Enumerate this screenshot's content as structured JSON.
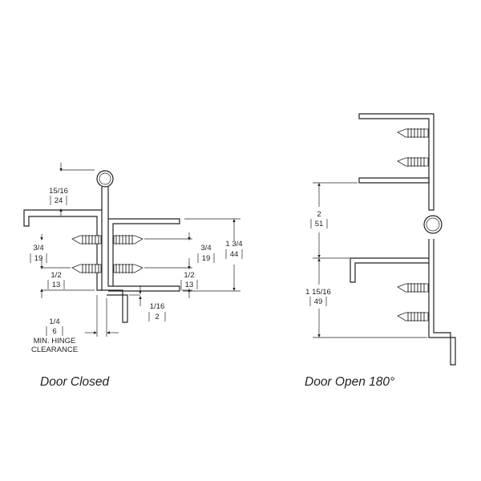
{
  "closed": {
    "caption": "Door Closed",
    "dim_top": {
      "frac": "15/16",
      "mm": "24"
    },
    "dim_screw_left": {
      "frac": "3/4",
      "mm": "19"
    },
    "dim_lower_left": {
      "frac": "1/2",
      "mm": "13"
    },
    "dim_screw_right": {
      "frac": "3/4",
      "mm": "19"
    },
    "dim_lower_right": {
      "frac": "1/2",
      "mm": "13"
    },
    "dim_overall": {
      "frac": "1 3/4",
      "mm": "44"
    },
    "dim_gap": {
      "frac": "1/16",
      "mm": "2"
    },
    "dim_clearance": {
      "frac": "1/4",
      "mm": "6"
    },
    "clearance_line1": "MIN. HINGE",
    "clearance_line2": "CLEARANCE"
  },
  "open": {
    "caption": "Door Open 180°",
    "dim_upper": {
      "frac": "2",
      "mm": "51"
    },
    "dim_lower": {
      "frac": "1 15/16",
      "mm": "49"
    }
  }
}
